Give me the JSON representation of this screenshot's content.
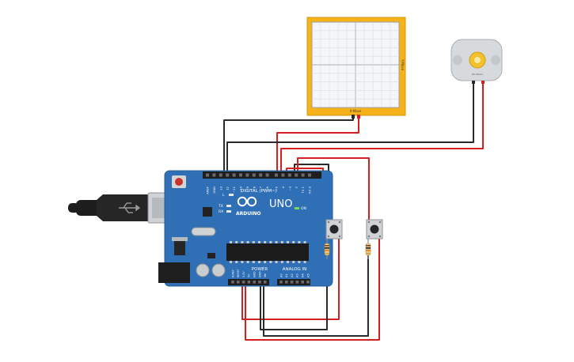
{
  "board": {
    "brand": "ARDUINO",
    "model": "UNO",
    "on_label": "ON",
    "tx_label": "TX",
    "rx_label": "RX",
    "l_label": "L",
    "digital_header": "DIGITAL (PWM~)",
    "power_header": "POWER",
    "analog_header": "ANALOG IN",
    "aref_label": "AREF",
    "gnd_label": "GND",
    "digital_pins": [
      "13",
      "12",
      "~11",
      "~10",
      "~9",
      "8",
      "7",
      "~6",
      "~5",
      "4",
      "~3",
      "2",
      "TX 1",
      "RX 0"
    ],
    "power_pins": [
      "IOREF",
      "RESET",
      "3.3V",
      "5V",
      "GND",
      "GND",
      "Vin"
    ],
    "analog_pins": [
      "A0",
      "A1",
      "A2",
      "A3",
      "A4",
      "A5"
    ],
    "color": "#2f6fb5"
  },
  "plotter": {
    "side_label": "Y-Move",
    "bottom_label": "X-Move",
    "frame_color": "#f5b21a"
  },
  "motor": {
    "label": "DC Motor"
  },
  "wire_colors": {
    "red": "#d42020",
    "black": "#2a2a2a"
  }
}
